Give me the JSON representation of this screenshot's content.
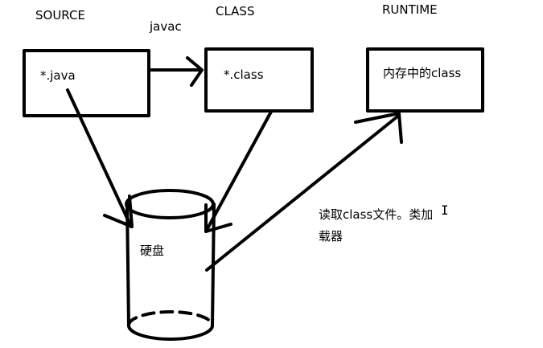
{
  "labels": {
    "source": "SOURCE",
    "javac": "javac",
    "class": "CLASS",
    "runtime": "RUNTIME"
  },
  "boxes": {
    "java": "*.java",
    "class": "*.class",
    "memory": "内存中的class"
  },
  "disk": {
    "label": "硬盘"
  },
  "note": {
    "line1": "读取class文件。类加",
    "line2": "载器"
  },
  "cursor_glyph": "I"
}
